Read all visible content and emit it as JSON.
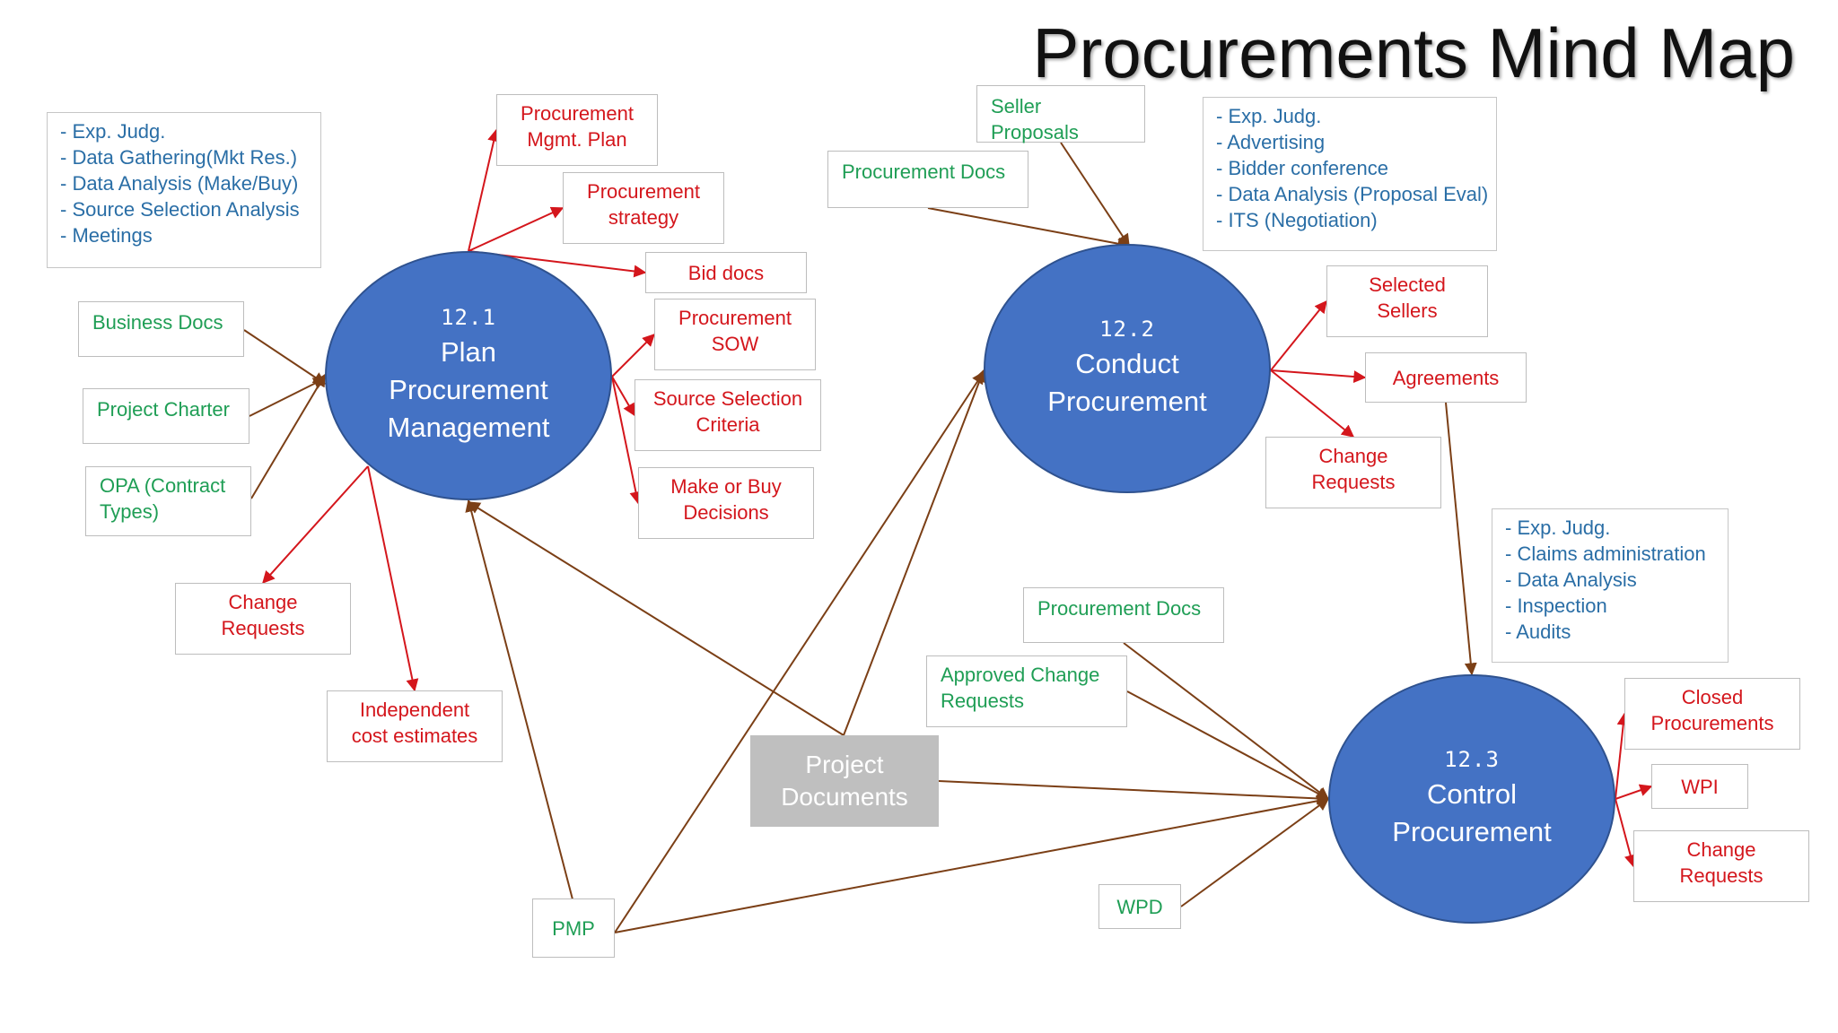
{
  "title": "Procurements Mind Map",
  "colors": {
    "node_fill": "#4472c4",
    "input_text": "#1f9e55",
    "output_text": "#d4161c",
    "tools_text": "#2a6ea6",
    "input_arrow": "#7b3f16",
    "output_arrow": "#d4161c"
  },
  "nodes": {
    "plan": {
      "number": "12.1",
      "name_lines": [
        "Plan",
        "Procurement",
        "Management"
      ]
    },
    "conduct": {
      "number": "12.2",
      "name_lines": [
        "Conduct",
        "Procurement"
      ]
    },
    "control": {
      "number": "12.3",
      "name_lines": [
        "Control",
        "Procurement"
      ]
    }
  },
  "plan": {
    "tools": [
      "- Exp. Judg.",
      "- Data Gathering(Mkt Res.)",
      "- Data Analysis (Make/Buy)",
      "- Source Selection Analysis",
      "- Meetings"
    ],
    "inputs": {
      "business_docs": "Business Docs",
      "project_charter": "Project Charter",
      "opa": [
        "OPA (Contract",
        "Types)"
      ]
    },
    "outputs": {
      "mgmt_plan": [
        "Procurement",
        "Mgmt. Plan"
      ],
      "strategy": [
        "Procurement",
        "strategy"
      ],
      "bid_docs": "Bid docs",
      "sow": [
        "Procurement",
        "SOW"
      ],
      "source_criteria": [
        "Source Selection",
        "Criteria"
      ],
      "make_buy": [
        "Make or Buy",
        "Decisions"
      ],
      "change_requests": [
        "Change",
        "Requests"
      ],
      "cost_estimates": [
        "Independent",
        "cost estimates"
      ]
    }
  },
  "conduct": {
    "tools": [
      "- Exp. Judg.",
      "- Advertising",
      "- Bidder conference",
      "- Data Analysis (Proposal Eval)",
      "- ITS (Negotiation)"
    ],
    "inputs": {
      "seller_proposals": "Seller Proposals",
      "procurement_docs": "Procurement Docs"
    },
    "outputs": {
      "selected_sellers": [
        "Selected",
        "Sellers"
      ],
      "agreements": "Agreements",
      "change_requests": [
        "Change",
        "Requests"
      ]
    }
  },
  "control": {
    "tools": [
      "- Exp. Judg.",
      "- Claims administration",
      "- Data Analysis",
      "- Inspection",
      "- Audits"
    ],
    "inputs": {
      "procurement_docs": "Procurement Docs",
      "approved_change": [
        "Approved Change",
        "Requests"
      ],
      "wpd": "WPD"
    },
    "outputs": {
      "closed": [
        "Closed",
        "Procurements"
      ],
      "wpi": "WPI",
      "change_requests": [
        "Change",
        "Requests"
      ]
    }
  },
  "shared": {
    "project_documents": [
      "Project",
      "Documents"
    ],
    "pmp": "PMP"
  }
}
